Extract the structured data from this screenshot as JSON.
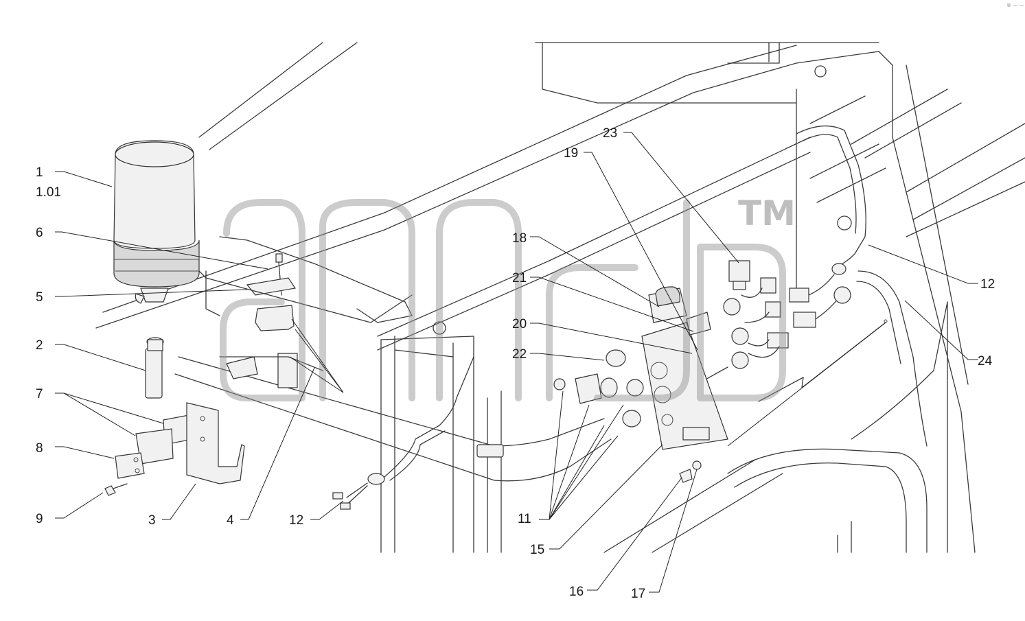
{
  "diagram": {
    "type": "exploded-assembly",
    "corner_mark": "® — —",
    "watermark": {
      "trademark": "TM"
    },
    "callouts": [
      {
        "id": "c1",
        "text": "1"
      },
      {
        "id": "c101",
        "text": "1.01"
      },
      {
        "id": "c6",
        "text": "6"
      },
      {
        "id": "c5",
        "text": "5"
      },
      {
        "id": "c2",
        "text": "2"
      },
      {
        "id": "c7",
        "text": "7"
      },
      {
        "id": "c8",
        "text": "8"
      },
      {
        "id": "c9",
        "text": "9"
      },
      {
        "id": "c3",
        "text": "3"
      },
      {
        "id": "c4",
        "text": "4"
      },
      {
        "id": "c12a",
        "text": "12"
      },
      {
        "id": "c11",
        "text": "11"
      },
      {
        "id": "c15",
        "text": "15"
      },
      {
        "id": "c16",
        "text": "16"
      },
      {
        "id": "c17",
        "text": "17"
      },
      {
        "id": "c23",
        "text": "23"
      },
      {
        "id": "c19",
        "text": "19"
      },
      {
        "id": "c18",
        "text": "18"
      },
      {
        "id": "c21",
        "text": "21"
      },
      {
        "id": "c20",
        "text": "20"
      },
      {
        "id": "c22",
        "text": "22"
      },
      {
        "id": "c12b",
        "text": "12"
      },
      {
        "id": "c24",
        "text": "24"
      }
    ]
  }
}
